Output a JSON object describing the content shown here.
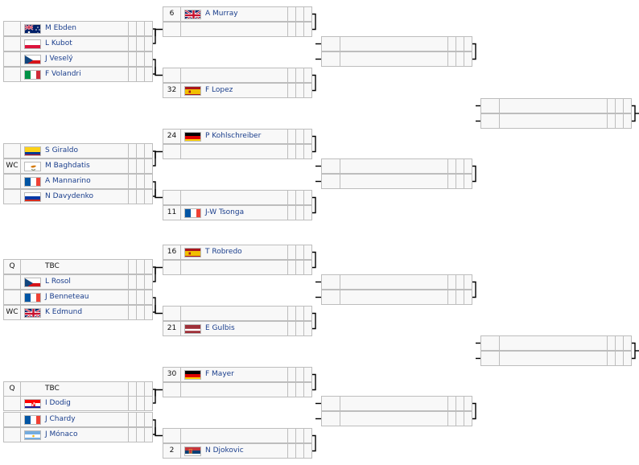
{
  "first_round": [
    {
      "seed": "",
      "name": "M Ebden",
      "flag": "australia"
    },
    {
      "seed": "",
      "name": "L Kubot",
      "flag": "poland"
    },
    {
      "seed": "",
      "name": "J Veselý",
      "flag": "czech"
    },
    {
      "seed": "",
      "name": "F Volandri",
      "flag": "italy"
    },
    {
      "seed": "",
      "name": "S Giraldo",
      "flag": "colombia"
    },
    {
      "seed": "WC",
      "name": "M Baghdatis",
      "flag": "cyprus"
    },
    {
      "seed": "",
      "name": "A Mannarino",
      "flag": "france"
    },
    {
      "seed": "",
      "name": "N Davydenko",
      "flag": "russia"
    },
    {
      "seed": "Q",
      "name": "TBC",
      "flag": ""
    },
    {
      "seed": "",
      "name": "L Rosol",
      "flag": "czech"
    },
    {
      "seed": "",
      "name": "J Benneteau",
      "flag": "france"
    },
    {
      "seed": "WC",
      "name": "K Edmund",
      "flag": "uk"
    },
    {
      "seed": "Q",
      "name": "TBC",
      "flag": ""
    },
    {
      "seed": "",
      "name": "I Dodig",
      "flag": "croatia"
    },
    {
      "seed": "",
      "name": "J Chardy",
      "flag": "france"
    },
    {
      "seed": "",
      "name": "J Mónaco",
      "flag": "argentina"
    }
  ],
  "second_round": [
    {
      "seed": "6",
      "name": "A Murray",
      "flag": "uk"
    },
    {
      "seed": "",
      "name": "",
      "flag": ""
    },
    {
      "seed": "",
      "name": "",
      "flag": ""
    },
    {
      "seed": "32",
      "name": "F Lopez",
      "flag": "spain"
    },
    {
      "seed": "24",
      "name": "P Kohlschreiber",
      "flag": "germany"
    },
    {
      "seed": "",
      "name": "",
      "flag": ""
    },
    {
      "seed": "",
      "name": "",
      "flag": ""
    },
    {
      "seed": "11",
      "name": "J-W Tsonga",
      "flag": "france"
    },
    {
      "seed": "16",
      "name": "T Robredo",
      "flag": "spain"
    },
    {
      "seed": "",
      "name": "",
      "flag": ""
    },
    {
      "seed": "",
      "name": "",
      "flag": ""
    },
    {
      "seed": "21",
      "name": "E Gulbis",
      "flag": "latvia"
    },
    {
      "seed": "30",
      "name": "F Mayer",
      "flag": "germany"
    },
    {
      "seed": "",
      "name": "",
      "flag": ""
    },
    {
      "seed": "",
      "name": "",
      "flag": ""
    },
    {
      "seed": "2",
      "name": "N Djokovic",
      "flag": "serbia"
    }
  ],
  "colors": {
    "border": "#bdbdbd",
    "cell_bg": "#f8f8f8",
    "line": "#000000",
    "name_text": "#1a3e8c"
  }
}
